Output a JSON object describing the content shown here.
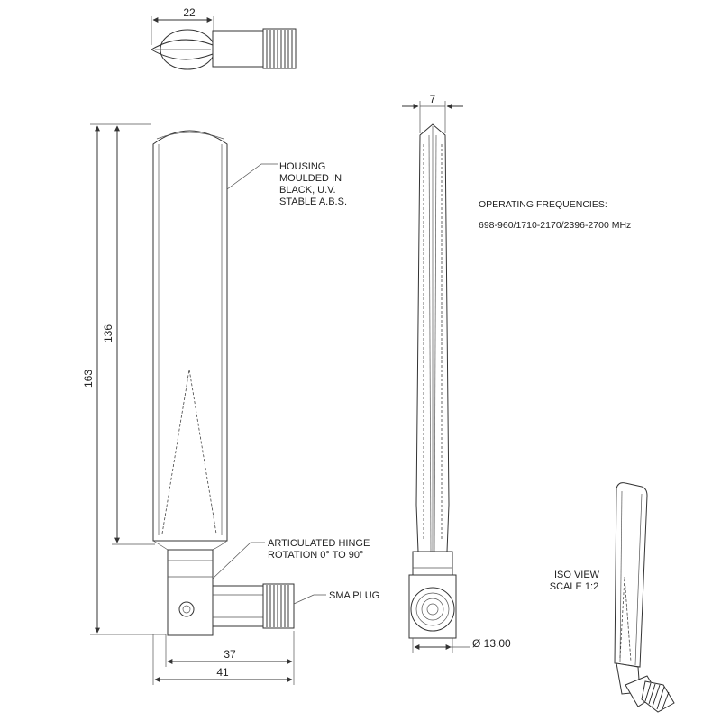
{
  "dimensions": {
    "top_width": "22",
    "side_width": "7",
    "housing_length": "136",
    "overall_length": "163",
    "hinge_width": "37",
    "overall_width": "41",
    "diameter": "Ø 13.00"
  },
  "callouts": {
    "housing": [
      "HOUSING",
      "MOULDED IN",
      "BLACK, U.V.",
      "STABLE A.B.S."
    ],
    "hinge": [
      "ARTICULATED HINGE",
      "ROTATION 0° TO 90°"
    ],
    "plug": "SMA PLUG"
  },
  "specs": {
    "heading": "OPERATING FREQUENCIES:",
    "value": "698-960/1710-2170/2396-2700 MHz"
  },
  "iso": {
    "line1": "ISO VIEW",
    "line2": "SCALE 1:2"
  }
}
